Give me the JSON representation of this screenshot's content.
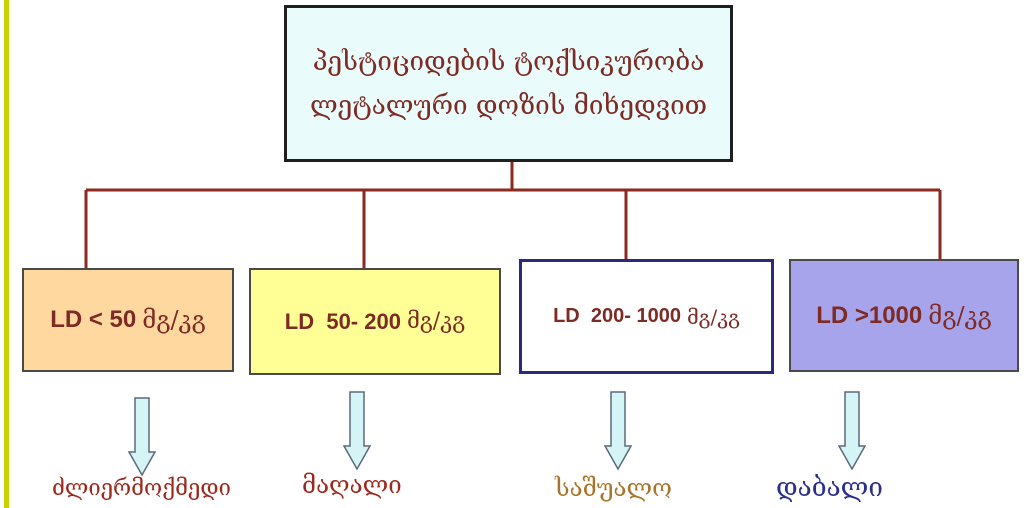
{
  "title": {
    "line1": "პესტიციდების ტოქსიკურობა",
    "line2": "ლეტალური დოზის მიხედვით"
  },
  "categories": [
    {
      "ld": "LD < 50",
      "unit": "მგ/კგ",
      "level": "ძლიერმოქმედი",
      "level_color": "#9b2a1e",
      "fill": "#ffd8a0"
    },
    {
      "ld": "LD  50- 200",
      "unit": "მგ/კგ",
      "level": "მაღალი",
      "level_color": "#9b2a1e",
      "fill": "#ffff96"
    },
    {
      "ld": "LD  200- 1000",
      "unit": "მგ/კგ",
      "level": "საშუალო",
      "level_color": "#a8742a",
      "fill": "#ffffff"
    },
    {
      "ld": "LD >1000",
      "unit": "მგ/კგ",
      "level": "დაბალი",
      "level_color": "#2b2f8a",
      "fill": "#a8a4ec"
    }
  ],
  "colors": {
    "connector": "#8c2a20",
    "arrow_fill": "#d4f4f6",
    "arrow_stroke": "#5a6a7a",
    "text": "#7d2b24"
  }
}
